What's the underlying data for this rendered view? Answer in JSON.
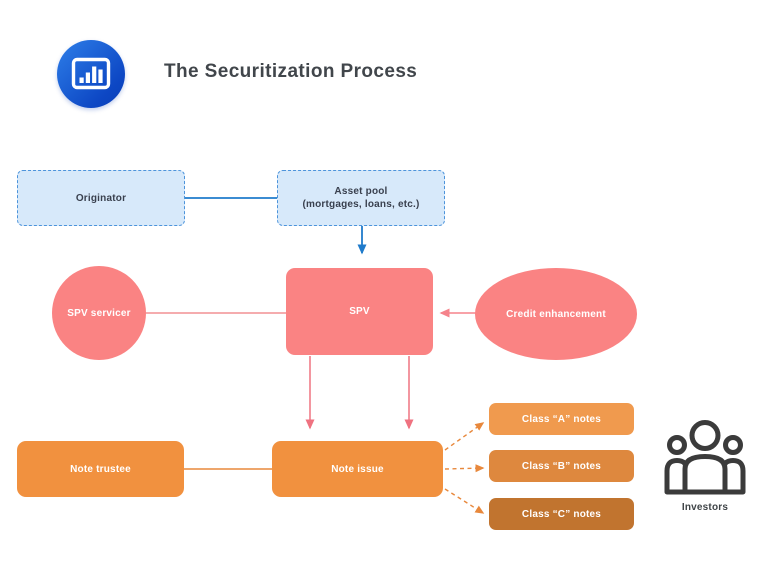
{
  "header": {
    "title": "The Securitization Process",
    "logo_icon": "bar-chart-icon"
  },
  "nodes": {
    "originator": {
      "label": "Originator",
      "shape": "dashed-box",
      "fill": "#d7e9fa",
      "border": "#4d94db"
    },
    "asset_pool": {
      "label_line1": "Asset pool",
      "label_line2": "(mortgages, loans, etc.)",
      "shape": "dashed-box",
      "fill": "#d7e9fa",
      "border": "#4d94db"
    },
    "spv_servicer": {
      "label": "SPV servicer",
      "shape": "circle",
      "fill": "#fa8383"
    },
    "spv": {
      "label": "SPV",
      "shape": "rounded-box",
      "fill": "#fa8383"
    },
    "credit_enhancement": {
      "label": "Credit enhancement",
      "shape": "ellipse",
      "fill": "#fa8383"
    },
    "note_trustee": {
      "label": "Note trustee",
      "shape": "rounded-box",
      "fill": "#f1913f"
    },
    "note_issue": {
      "label": "Note issue",
      "shape": "rounded-box",
      "fill": "#f1913f"
    },
    "class_a": {
      "label": "Class “A” notes",
      "shape": "rounded-box",
      "fill": "#f09a4e"
    },
    "class_b": {
      "label": "Class “B” notes",
      "shape": "rounded-box",
      "fill": "#de883e"
    },
    "class_c": {
      "label": "Class “C” notes",
      "shape": "rounded-box",
      "fill": "#c1742f"
    },
    "investors": {
      "label": "Investors",
      "icon": "people-group-icon"
    }
  },
  "edges": [
    {
      "from": "originator",
      "to": "asset_pool",
      "style": "solid",
      "color": "#1f7bcb"
    },
    {
      "from": "asset_pool",
      "to": "spv",
      "style": "solid-arrow",
      "color": "#1f7bcb"
    },
    {
      "from": "spv_servicer",
      "to": "spv",
      "style": "solid",
      "color": "#f29093"
    },
    {
      "from": "credit_enhancement",
      "to": "spv",
      "style": "solid-arrow",
      "color": "#f5838b"
    },
    {
      "from": "spv",
      "to": "note_issue",
      "style": "solid-arrow",
      "color": "#ef7280",
      "count": 2
    },
    {
      "from": "note_trustee",
      "to": "note_issue",
      "style": "solid",
      "color": "#e8883c"
    },
    {
      "from": "note_issue",
      "to": "class_a",
      "style": "dashed-arrow",
      "color": "#e8883c"
    },
    {
      "from": "note_issue",
      "to": "class_b",
      "style": "dashed-arrow",
      "color": "#e8883c"
    },
    {
      "from": "note_issue",
      "to": "class_c",
      "style": "dashed-arrow",
      "color": "#e8883c"
    }
  ],
  "colors": {
    "background": "#ffffff",
    "title_text": "#41464b",
    "blue_box_fill": "#d7e9fa",
    "blue_box_border": "#4d94db",
    "blue_box_text": "#39404e",
    "blue_connector": "#1f7bcb",
    "pink_shape": "#fa8383",
    "pink_arrow": "#ef7280",
    "orange_box": "#f1913f",
    "orange_connector": "#e8883c",
    "class_a_fill": "#f09a4e",
    "class_b_fill": "#de883e",
    "class_c_fill": "#c1742f",
    "logo_gradient_start": "#2e7fe9",
    "logo_gradient_end": "#0a3fb6",
    "investors_icon_stroke": "#3b3b3b"
  }
}
